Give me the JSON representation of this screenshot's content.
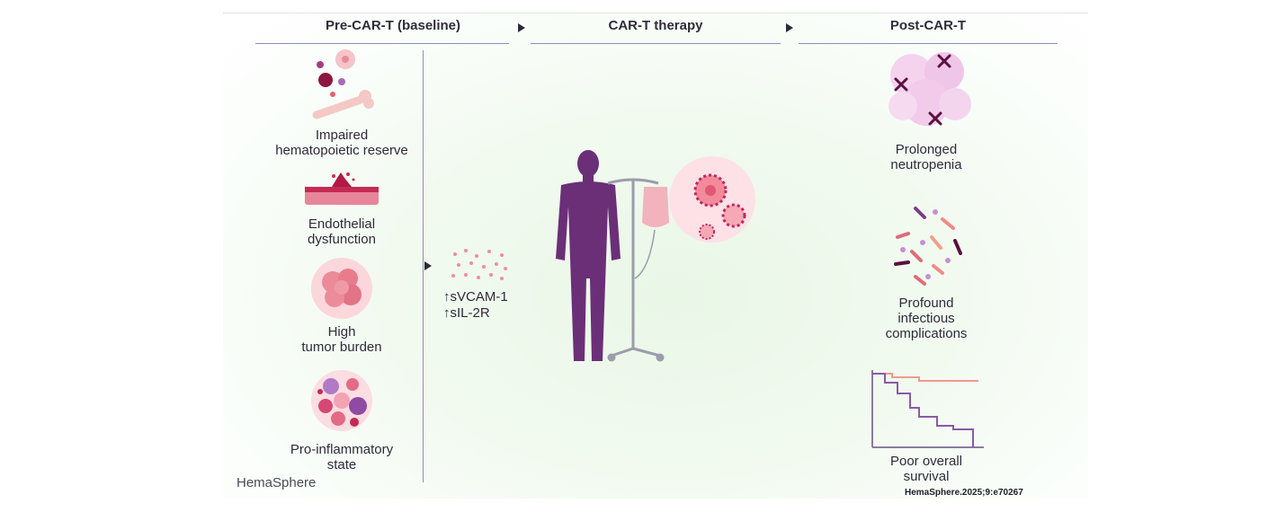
{
  "headers": {
    "pre": "Pre-CAR-T (baseline)",
    "therapy": "CAR-T therapy",
    "post": "Post-CAR-T"
  },
  "baseline_factors": [
    {
      "line1": "Impaired",
      "line2": "hematopoietic reserve",
      "icon": "bone-marrow-icon"
    },
    {
      "line1": "Endothelial",
      "line2": "dysfunction",
      "icon": "endothelium-icon"
    },
    {
      "line1": "High",
      "line2": "tumor burden",
      "icon": "tumor-icon"
    },
    {
      "line1": "Pro-inflammatory",
      "line2": "state",
      "icon": "inflammation-icon"
    }
  ],
  "biomarkers": [
    "sVCAM-1",
    "sIL-2R"
  ],
  "biomarker_prefix": "↑",
  "outcomes": [
    {
      "lines": [
        "Prolonged",
        "neutropenia"
      ],
      "icon": "neutrophils-crossed-icon"
    },
    {
      "lines": [
        "Profound",
        "infectious",
        "complications"
      ],
      "icon": "bacteria-icon"
    },
    {
      "lines": [
        "Poor overall",
        "survival"
      ],
      "icon": "survival-curve-icon"
    }
  ],
  "brand": "HemaSphere",
  "citation": "HemaSphere.2025;9:e70267",
  "colors": {
    "rule": "#8d91b3",
    "figure": "#6b2f78",
    "pink": "#f2b3bd",
    "magenta": "#c0265a",
    "background": "#eaf7e8"
  }
}
